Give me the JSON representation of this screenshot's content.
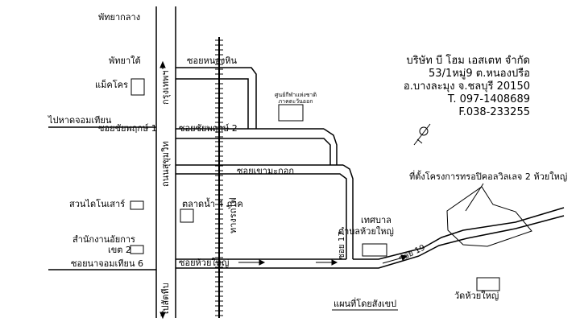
{
  "company": {
    "name": "บริษัท บี โฮม เอสเตท จำกัด",
    "address1": "53/1หมู่9 ต.หนองปรือ",
    "address2": "อ.บางละมุง จ.ชลบุรี 20150",
    "tel": "T. 097-1408689",
    "fax": "F.038-233255"
  },
  "labels": {
    "pattaya_klang": "พัทยากลาง",
    "pattaya_tai": "พัทยาใต้",
    "makro": "แม็คโคร",
    "beach_jomtien": "ไปหาดจอมเทียน",
    "soi_chaiyapruek_1": "ซอยชัยพฤกษ์ 1",
    "soi_chaiyapruek_2": "ซอยชัยพฤกษ์ 2",
    "soi_nong_hin": "ซอยหนองหิน",
    "thai_centre": "ศูนย์กีฬาแห่งชาติ ภาคตะวันออก",
    "soi_khao_makok": "ซอยเขามะกอก",
    "krungthep": "กรุงเทพฯ",
    "sukhumvit": "ถนนสุขุมวิท",
    "railway": "ทางรถไฟ",
    "suan_dino": "สวนไดโนเสาร์",
    "talad_nam": "ตลาดน้ำ 4 ภาค",
    "district_office_1": "สำนักงานอัยการ",
    "district_office_2": "เขต 2",
    "soi_na_jomtien_6": "ซอยนาจอมเทียน 6",
    "soi_huai_yai": "ซอยห้วยใหญ่",
    "sattahip": "ไปสัตหีบ",
    "tessaban": "เทศบาล",
    "tambon_huai_yai": "ตำบลห้วยใหญ่",
    "soi_17": "ซอย 17",
    "soi_19": "ซอย 19",
    "project_site": "ที่ตั้งโครงการทรอปิคอลวิลเลจ 2 ห้วยใหญ่",
    "wat_huai_yai": "วัดห้วยใหญ่",
    "map_credit": "แผนที่โดยสังเขป"
  }
}
